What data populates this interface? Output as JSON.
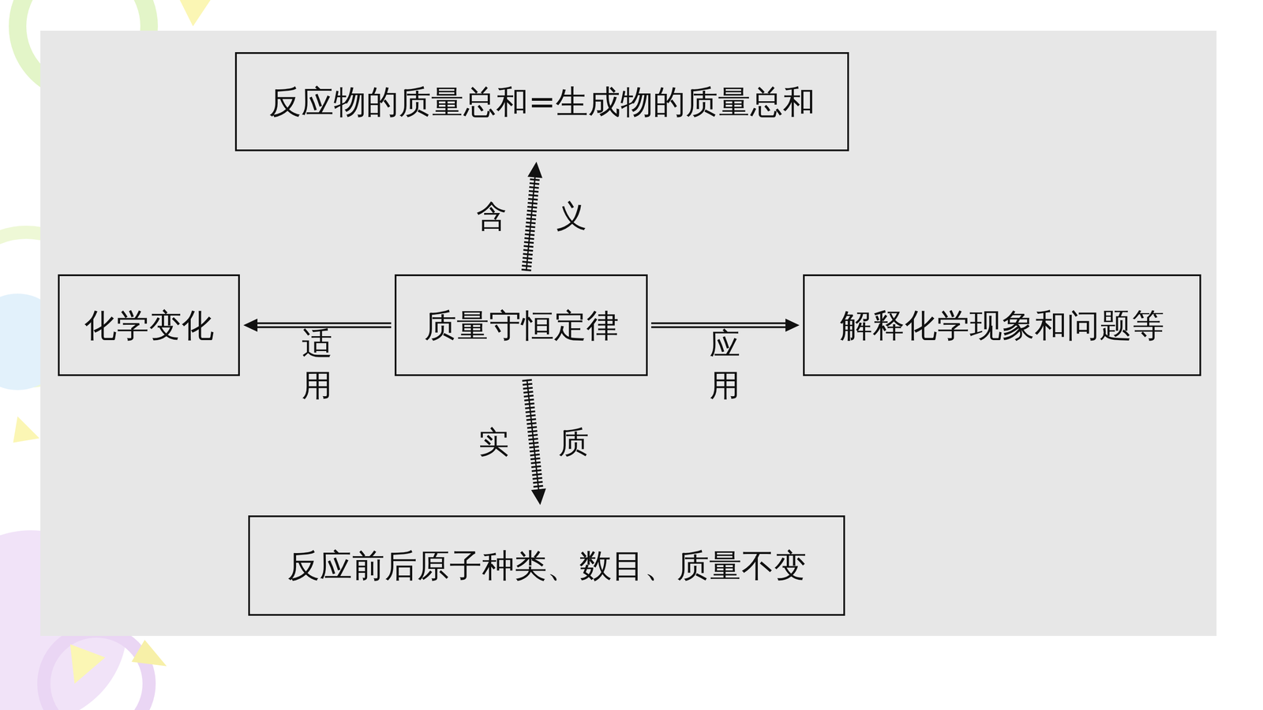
{
  "diagram": {
    "nodes": [
      {
        "text": [
          "反应物的质量总和=生成物的质量总和"
        ]
      },
      {
        "text": [
          "化学变化"
        ]
      },
      {
        "text": [
          "质量守恒定律"
        ]
      },
      {
        "text": [
          "解释化学现象和问题等"
        ]
      },
      {
        "text": [
          "反应前后原子种类、数目、质量不变"
        ]
      }
    ],
    "edges": [
      {
        "from": 2,
        "to": 0,
        "label": "含义",
        "arrow": "to"
      },
      {
        "from": 2,
        "to": 1,
        "label": "适用",
        "arrow": "to"
      },
      {
        "from": 2,
        "to": 3,
        "label": "应用",
        "arrow": "to"
      },
      {
        "from": 2,
        "to": 4,
        "label": "实质",
        "arrow": "to"
      }
    ]
  }
}
